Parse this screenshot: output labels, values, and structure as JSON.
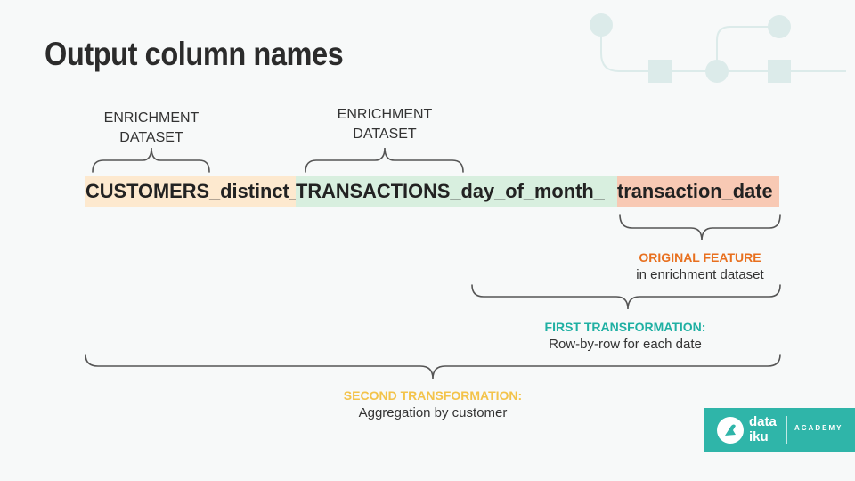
{
  "title": "Output column names",
  "labels": {
    "enrichment_1": [
      "ENRICHMENT",
      "DATASET"
    ],
    "enrichment_2": [
      "ENRICHMENT",
      "DATASET"
    ]
  },
  "column_name": {
    "seg1": "CUSTOMERS_distinct_",
    "seg2": "TRANSACTIONS_day_of_month_",
    "seg3": "transaction_date"
  },
  "notes": {
    "original": {
      "head": "ORIGINAL FEATURE",
      "text": "in enrichment dataset"
    },
    "first": {
      "head": "FIRST TRANSFORMATION:",
      "text": "Row-by-row for each date"
    },
    "second": {
      "head": "SECOND TRANSFORMATION:",
      "text": "Aggregation by customer"
    }
  },
  "colors": {
    "background": "#f7f9f9",
    "orange_head": "#e8701f",
    "teal_head": "#1fb0a3",
    "yellow_head": "#f3c34a",
    "seg1_bg": "#fde9cf",
    "seg2_bg": "#d8efdf",
    "seg3_bg": "#f8c9b4",
    "logo_bg": "#2fb5a9"
  },
  "logo": {
    "word_1": "data",
    "word_2": "iku",
    "academy": "ACADEMY"
  }
}
